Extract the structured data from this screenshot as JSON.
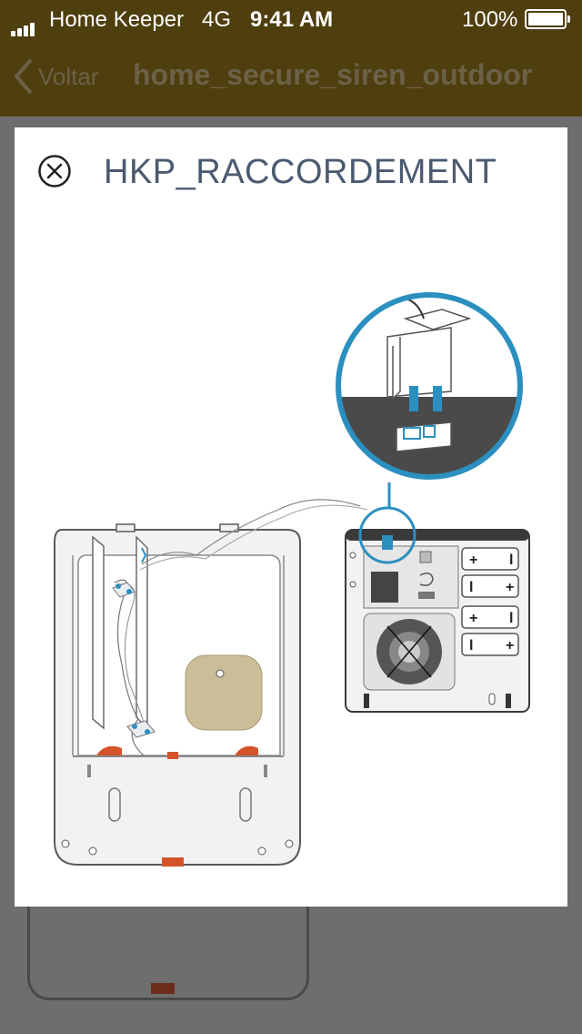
{
  "status_bar": {
    "carrier": "Home Keeper",
    "network": "4G",
    "time": "9:41 AM",
    "battery": "100%"
  },
  "nav": {
    "back_label": "Voltar",
    "title": "home_secure_siren_outdoor"
  },
  "modal": {
    "title": "HKP_RACCORDEMENT",
    "close_icon": "close-circle-icon"
  },
  "colors": {
    "bar_bg": "#4f3e0e",
    "title": "#4a5a70",
    "accent": "#2b8fc0",
    "orange": "#d4542a"
  }
}
